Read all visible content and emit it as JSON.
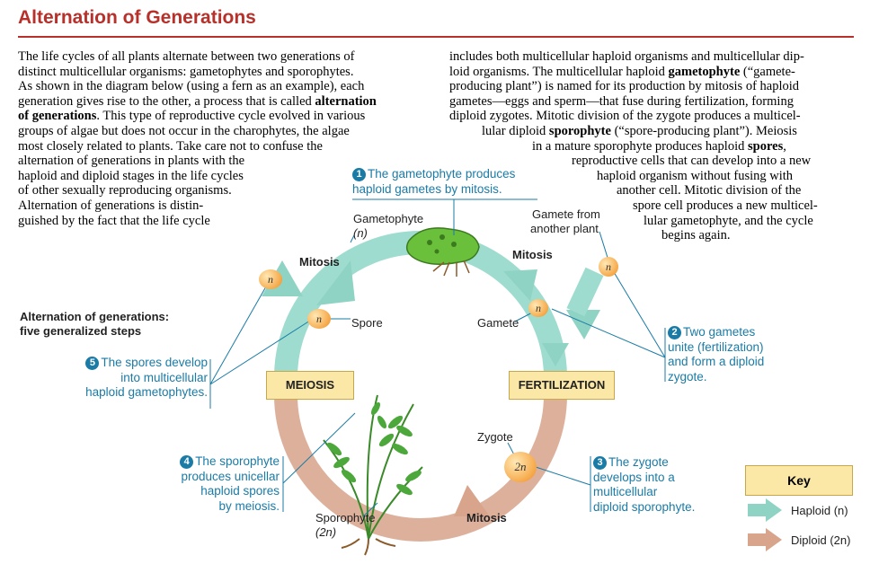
{
  "title": "Alternation of Generations",
  "text_left": [
    "The life cycles of all plants alternate between two generations of",
    "distinct multicellular organisms: gametophytes and sporophytes.",
    "As shown in the diagram below (using a fern as an example), each",
    [
      "generation gives rise to the other, a process that is called ",
      "alternation"
    ],
    [
      "",
      "of generations",
      ". This type of reproductive cycle evolved in various"
    ],
    "groups of algae but does not occur in the charophytes, the algae",
    "most closely related to plants. Take care not to confuse the",
    "alternation of generations in plants with the",
    "haploid and diploid stages in the life cycles",
    "of other sexually reproducing organisms.",
    "Alternation of generations is distin-",
    "guished by the fact that the life cycle"
  ],
  "text_right": [
    "includes both multicellular haploid organisms and multicellular dip-",
    "loid organisms. The multicellular haploid |gametophyte| (“gamete-",
    "producing plant”) is named for its production by mitosis of haploid",
    "gametes—eggs and sperm—that fuse during fertilization, forming",
    "diploid zygotes. Mitotic division of the zygote produces a multicel-",
    "lular diploid |sporophyte| (“spore-producing plant”). Meiosis",
    "in a mature sporophyte produces haploid |spores|,",
    "reproductive cells that can develop into a new",
    "haploid organism without fusing with",
    "another cell. Mitotic division of the",
    "spore cell produces a new multicel-",
    "lular gametophyte, and the cycle",
    "begins again."
  ],
  "heading": [
    "Alternation of generations:",
    "five generalized steps"
  ],
  "steps": [
    {
      "n": "1",
      "lines": [
        "The gametophyte produces",
        "haploid gametes by mitosis."
      ]
    },
    {
      "n": "2",
      "lines": [
        "Two gametes",
        "unite (fertilization)",
        "and form a diploid",
        "zygote."
      ]
    },
    {
      "n": "3",
      "lines": [
        "The zygote",
        "develops into a",
        "multicellular",
        "diploid sporophyte."
      ]
    },
    {
      "n": "4",
      "lines": [
        "The sporophyte",
        "produces unicellar",
        "haploid spores",
        "by meiosis."
      ]
    },
    {
      "n": "5",
      "lines": [
        "The spores develop",
        "into multicellular",
        "haploid gametophytes."
      ]
    }
  ],
  "labels": {
    "gametophyte": "Gametophyte",
    "gametophyte_n": "(n)",
    "gamete_from": "Gamete from",
    "another_plant": "another plant",
    "mitosis_top_left": "Mitosis",
    "mitosis_top_right": "Mitosis",
    "mitosis_bottom": "Mitosis",
    "spore": "Spore",
    "gamete": "Gamete",
    "zygote": "Zygote",
    "sporophyte": "Sporophyte",
    "sporophyte_2n": "(2n)",
    "meiosis": "MEIOSIS",
    "fertilization": "FERTILIZATION"
  },
  "cells": {
    "haploid": "n",
    "diploid": "2n"
  },
  "key": {
    "title": "Key",
    "haploid": "Haploid (n)",
    "diploid": "Diploid (2n)",
    "haploid_color": "#8fd3c4",
    "diploid_color": "#d9a48c"
  }
}
